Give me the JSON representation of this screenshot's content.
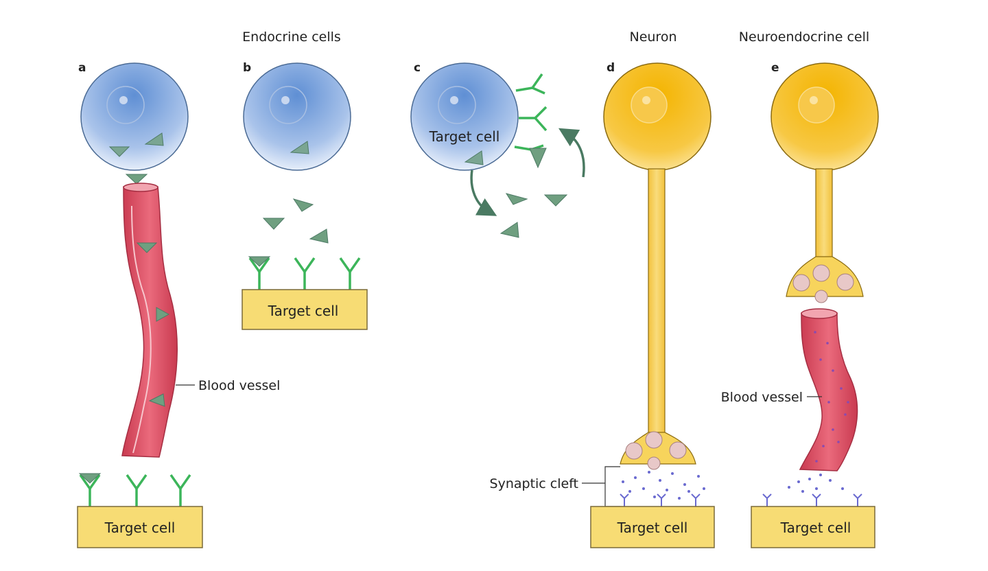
{
  "headers": {
    "endocrine": "Endocrine cells",
    "neuron": "Neuron",
    "neuroendocrine": "Neuroendocrine cell"
  },
  "panels": {
    "a": "a",
    "b": "b",
    "c": "c",
    "d": "d",
    "e": "e"
  },
  "labels": {
    "blood_vessel_a": "Blood vessel",
    "blood_vessel_e": "Blood vessel",
    "synaptic_cleft": "Synaptic cleft",
    "target_cell_a": "Target cell",
    "target_cell_b": "Target cell",
    "target_cell_c": "Target cell",
    "target_cell_d": "Target cell",
    "target_cell_e": "Target cell"
  },
  "colors": {
    "endocrine_cell": "#7ea6dc",
    "neuron": "#f2b705",
    "vessel": "#e2566a",
    "receptor": "#3cb55a",
    "hormone": "#6f9f80",
    "target_box": "#f7dc74",
    "neurotransmitter": "#6a6ad0"
  }
}
